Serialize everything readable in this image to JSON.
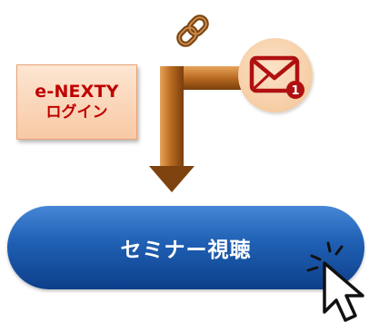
{
  "login_box": {
    "line1": "e-NEXTY",
    "line2": "ログイン"
  },
  "seminar_button": {
    "label": "セミナー視聴"
  },
  "mail_badge": {
    "count": "1"
  },
  "icons": {
    "chain": "link-icon",
    "mail": "envelope-icon",
    "cursor": "pointer-click-icon",
    "arrow": "down-flow-arrow"
  },
  "colors": {
    "arrow_brown": "#8a4b12",
    "mail_red": "#c00000",
    "button_blue": "#1f5fb3",
    "login_text": "#c00000"
  }
}
